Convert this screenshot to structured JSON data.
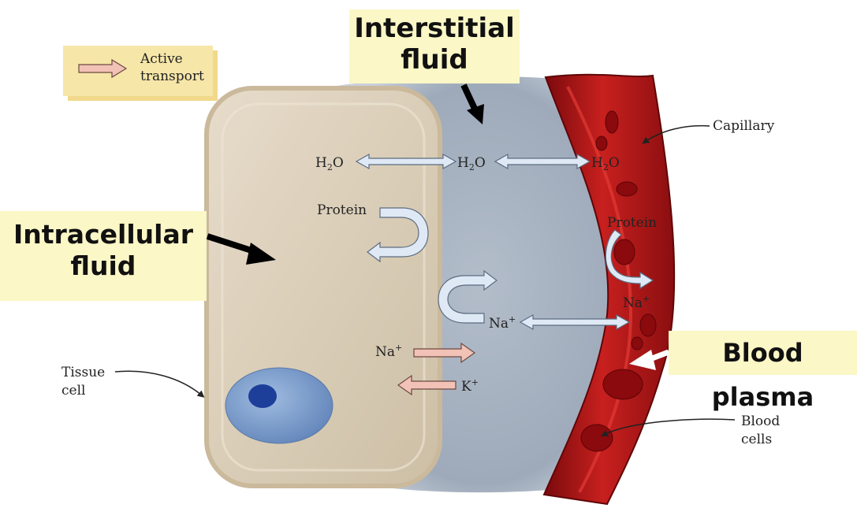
{
  "legend": {
    "label_line1": "Active",
    "label_line2": "transport"
  },
  "callouts": {
    "interstitial_line1": "Interstitial",
    "interstitial_line2": "fluid",
    "intracellular_line1": "Intracellular",
    "intracellular_line2": "fluid",
    "blood_plasma": "Blood plasma"
  },
  "labels": {
    "capillary": "Capillary",
    "tissue_cell_line1": "Tissue",
    "tissue_cell_line2": "cell",
    "blood_cells_line1": "Blood",
    "blood_cells_line2": "cells",
    "h2o_main": "H",
    "h2o_sub": "2",
    "h2o_tail": "O",
    "protein": "Protein",
    "na_main": "Na",
    "na_sup": "+",
    "k_main": "K",
    "k_sup": "+"
  },
  "colors": {
    "cell_fill": "#d8ccb6",
    "cell_border": "#c7b698",
    "interstitial": "#a9b4c2",
    "capillary": "#b0181a",
    "nucleus": "#7a9ccc",
    "active_transport_arrow": "#f2c2b6",
    "passive_arrow": "#dfe9f5"
  }
}
